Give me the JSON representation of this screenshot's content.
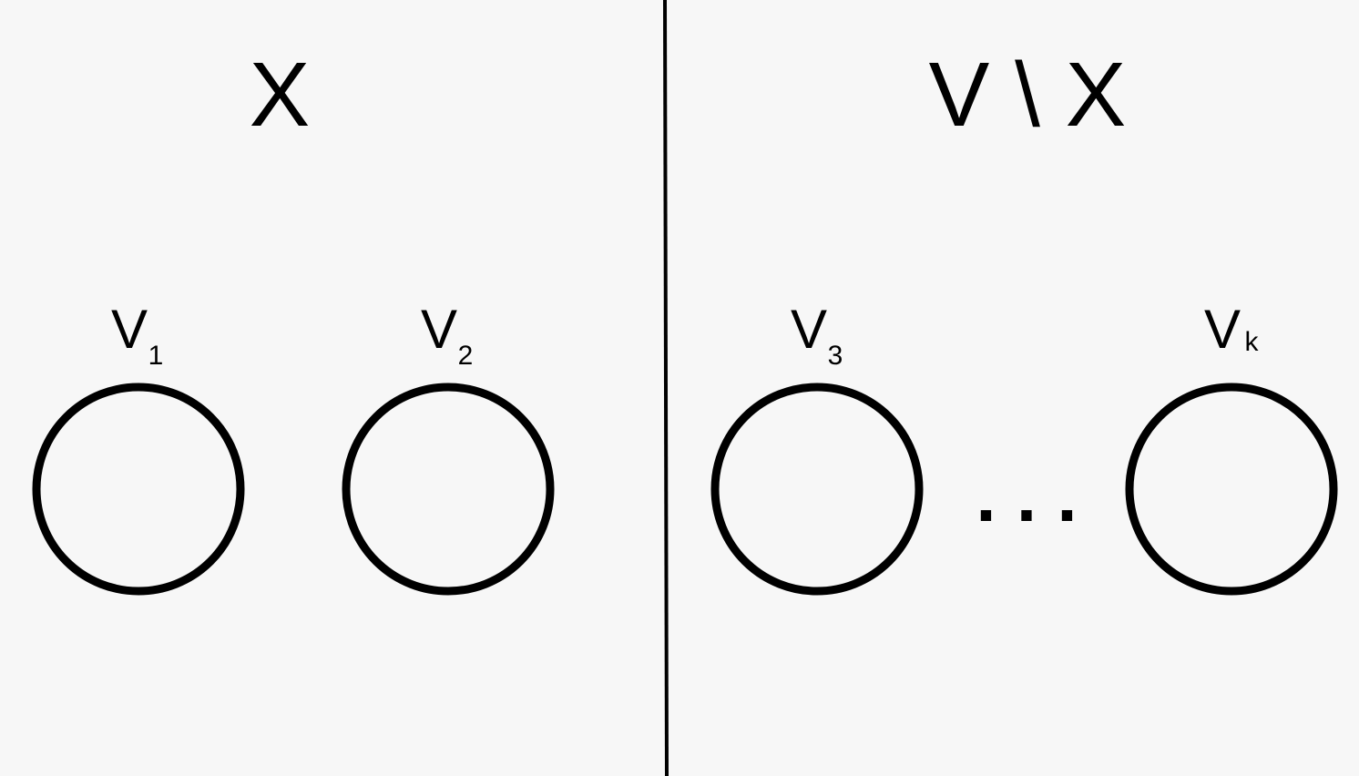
{
  "diagram": {
    "colors": {
      "background": "#f7f7f7",
      "stroke": "#000000"
    },
    "left_set_label": "X",
    "right_set_label": "V \\ X",
    "parts": [
      {
        "base": "V",
        "sub": "1"
      },
      {
        "base": "V",
        "sub": "2"
      },
      {
        "base": "V",
        "sub": "3"
      },
      {
        "base": "V",
        "sub": "k"
      }
    ],
    "ellipsis": ". . ."
  }
}
